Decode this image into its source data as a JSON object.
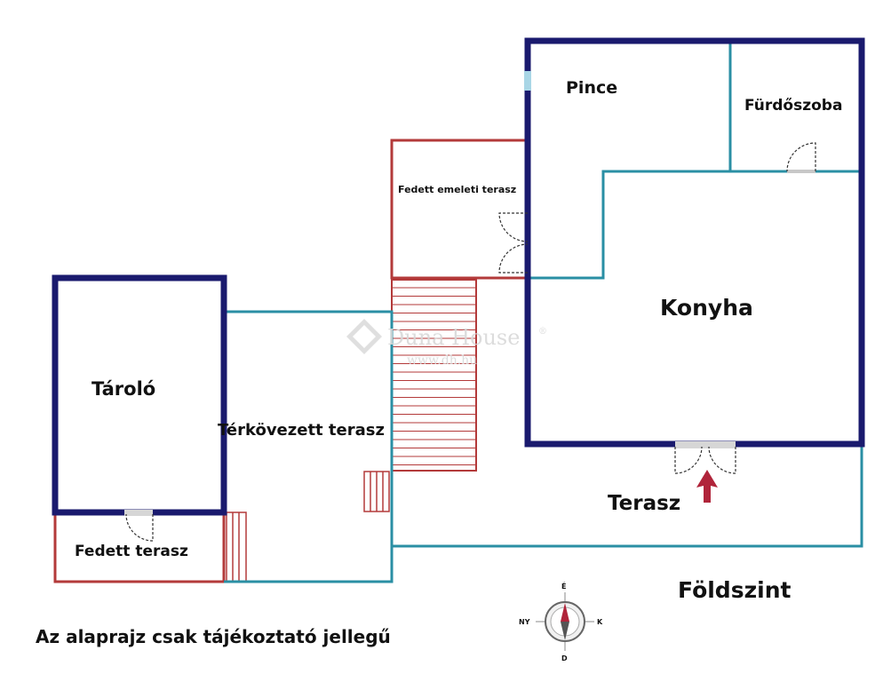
{
  "floor_title": "Földszint",
  "disclaimer": "Az alaprajz csak tájékoztató jellegű",
  "rooms": {
    "pince": "Pince",
    "furdoszoba": "Fürdőszoba",
    "fedett_emeleti_terasz": "Fedett emeleti terasz",
    "konyha": "Konyha",
    "tarolo": "Tároló",
    "terkovezett_terasz": "Térkövezett terasz",
    "terasz": "Terasz",
    "fedett_terasz": "Fedett terasz"
  },
  "watermark": {
    "brand": "Duna House",
    "registered": "®",
    "url": "www.dh.hu"
  },
  "compass": {
    "north": "É",
    "south": "D",
    "east": "K",
    "west": "NY"
  },
  "colors": {
    "outer_wall": "#1a1a6e",
    "inner_wall": "#2a8fa4",
    "terrace_outline": "#b33a3a",
    "entrance_arrow": "#b0243a",
    "compass_needle_north": "#b0243a",
    "compass_needle_south": "#555555",
    "watermark": "#d9d9d9"
  }
}
